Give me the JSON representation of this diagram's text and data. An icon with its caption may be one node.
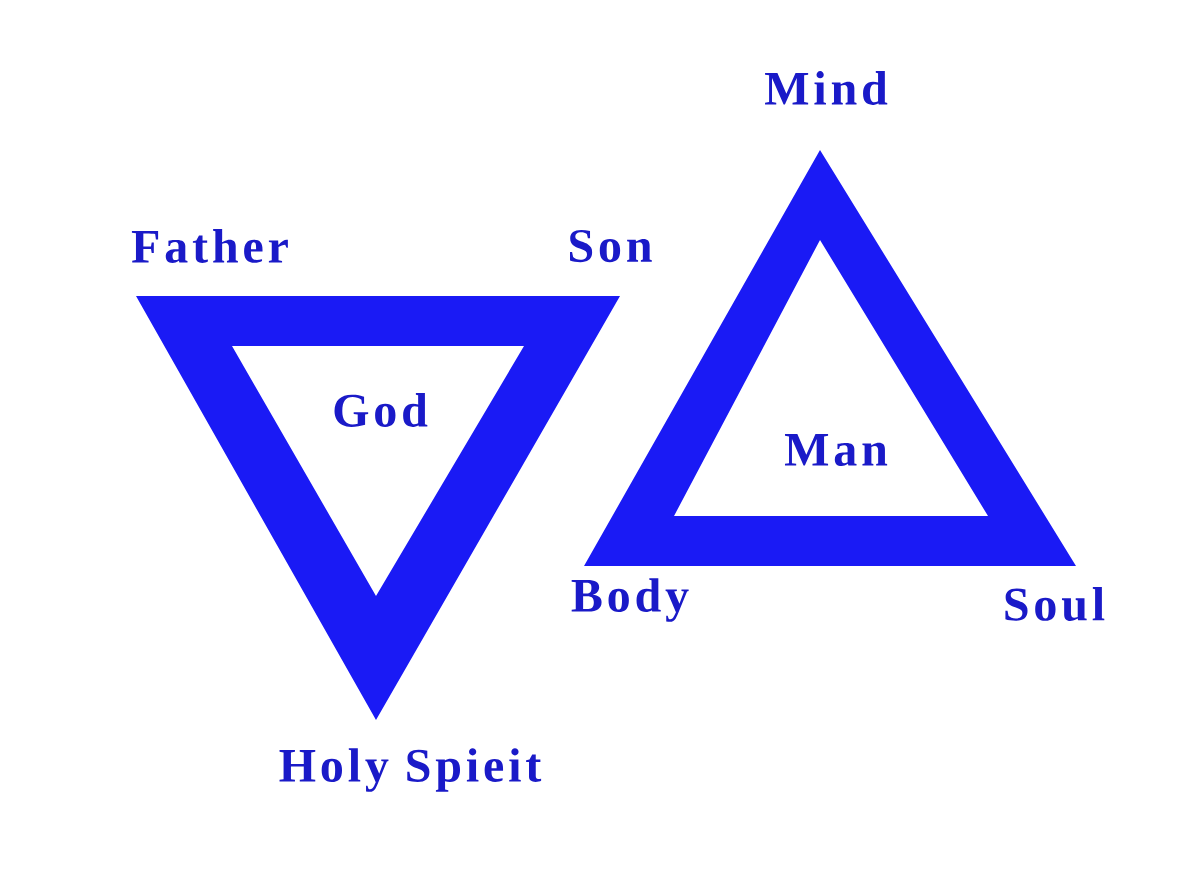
{
  "diagram": {
    "nodes": [
      {
        "text": [
          "God"
        ]
      },
      {
        "text": [
          "Man"
        ]
      }
    ],
    "labels": [
      "Mind",
      "Father",
      "Son",
      "Body",
      "Soul",
      "Holy Spieit"
    ]
  }
}
